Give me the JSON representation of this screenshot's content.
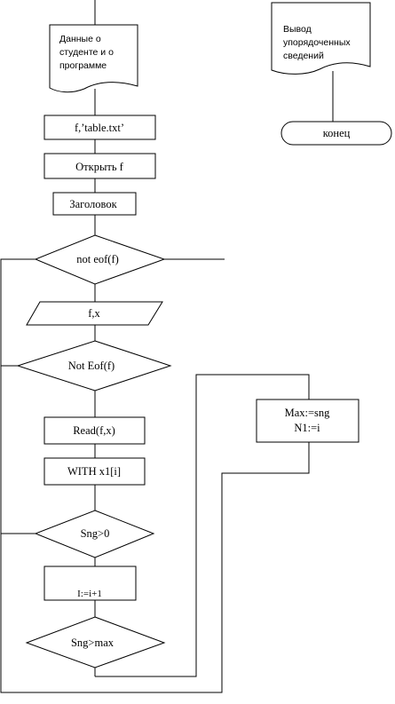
{
  "flowchart": {
    "doc_student": [
      "Данные о",
      "студенте и о",
      "программе"
    ],
    "assign_file": "f,’table.txt’",
    "open_file": "Открыть f",
    "header": "Заголовок",
    "cond_not_eof_1": "not eof(f)",
    "io_fx": "f,x",
    "cond_not_eof_2": "Not Eof(f)",
    "read": "Read(f,x)",
    "with": "WITH x1[i]",
    "cond_sng": "Sng>0",
    "increment": "I:=i+1",
    "cond_sng_max": "Sng>max",
    "assign_max": [
      "Max:=sng",
      "N1:=i"
    ],
    "doc_output": [
      "Вывод",
      "упорядоченных",
      "сведений"
    ],
    "end": "конец"
  }
}
